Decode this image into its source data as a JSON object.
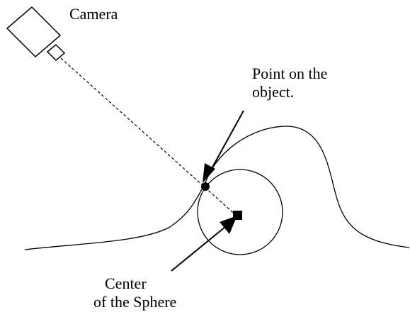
{
  "labels": {
    "camera": "Camera",
    "point_line1": "Point on the",
    "point_line2": "object.",
    "center_line1": "Center",
    "center_line2": "of the Sphere"
  },
  "colors": {
    "stroke": "#000000",
    "background": "#ffffff"
  },
  "icons": {
    "camera": "camera-icon"
  }
}
